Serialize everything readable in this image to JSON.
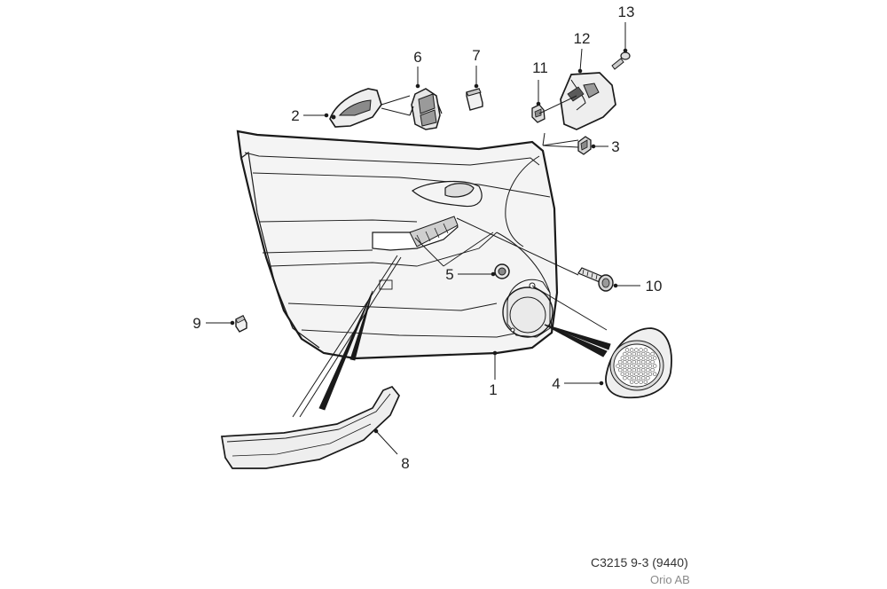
{
  "callouts": [
    "1",
    "2",
    "3",
    "4",
    "5",
    "6",
    "7",
    "8",
    "9",
    "10",
    "11",
    "12",
    "13"
  ],
  "footer": {
    "code": "C3215 9-3 (9440)",
    "company": "Orio AB"
  },
  "colors": {
    "line": "#1a1a1a",
    "panel": "#f4f4f4",
    "part": "#eeeeee",
    "dark": "#555555"
  }
}
